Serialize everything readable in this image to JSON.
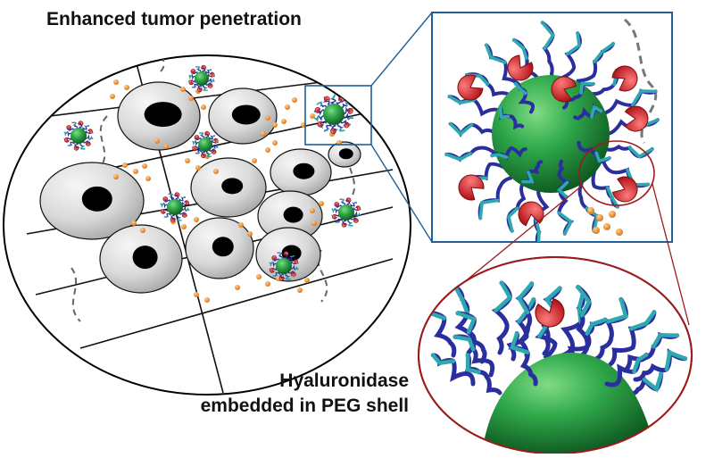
{
  "title": "Enhanced tumor penetration",
  "caption": {
    "line1": "Hyaluronidase",
    "line2": "embedded in PEG shell"
  },
  "colors": {
    "cell_body": "#d9d9d9",
    "nucleus": "#000000",
    "core": "#2fa84a",
    "peg_chain": "#2b2f9e",
    "peg_tip": "#2fa9b0",
    "enzyme": "#d9262c",
    "drug": "#e8902a",
    "zoom_box": "#1f5f9a",
    "zoom_circle": "#9b1c1c"
  },
  "icons": {
    "enzyme": "pacman-enzyme-icon",
    "drug": "drug-particle-icon"
  }
}
